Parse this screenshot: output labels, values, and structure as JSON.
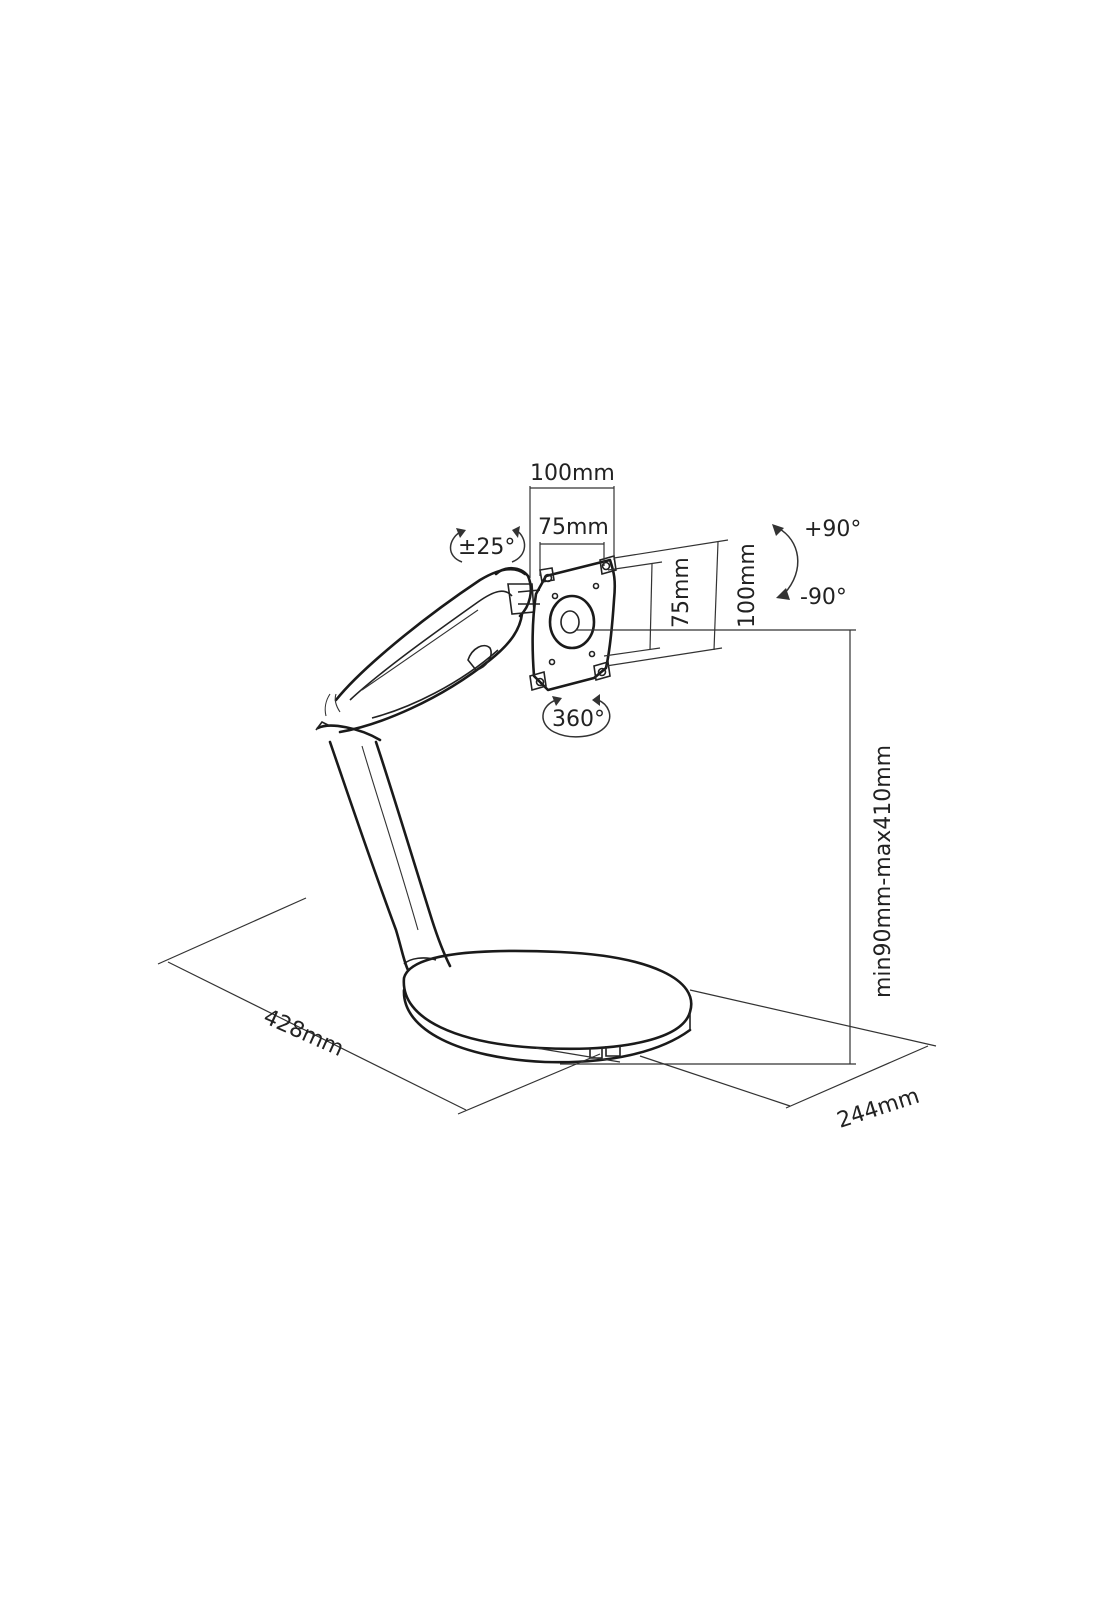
{
  "diagram": {
    "labels": {
      "tilt": "±25°",
      "vesa_outer_width": "100mm",
      "vesa_inner_width": "75mm",
      "vesa_inner_height": "75mm",
      "vesa_outer_height": "100mm",
      "rotate_plus": "+90°",
      "rotate_minus": "-90°",
      "swivel": "360°",
      "height_range": "min90mm-max410mm",
      "base_length": "428mm",
      "base_width": "244mm"
    }
  }
}
